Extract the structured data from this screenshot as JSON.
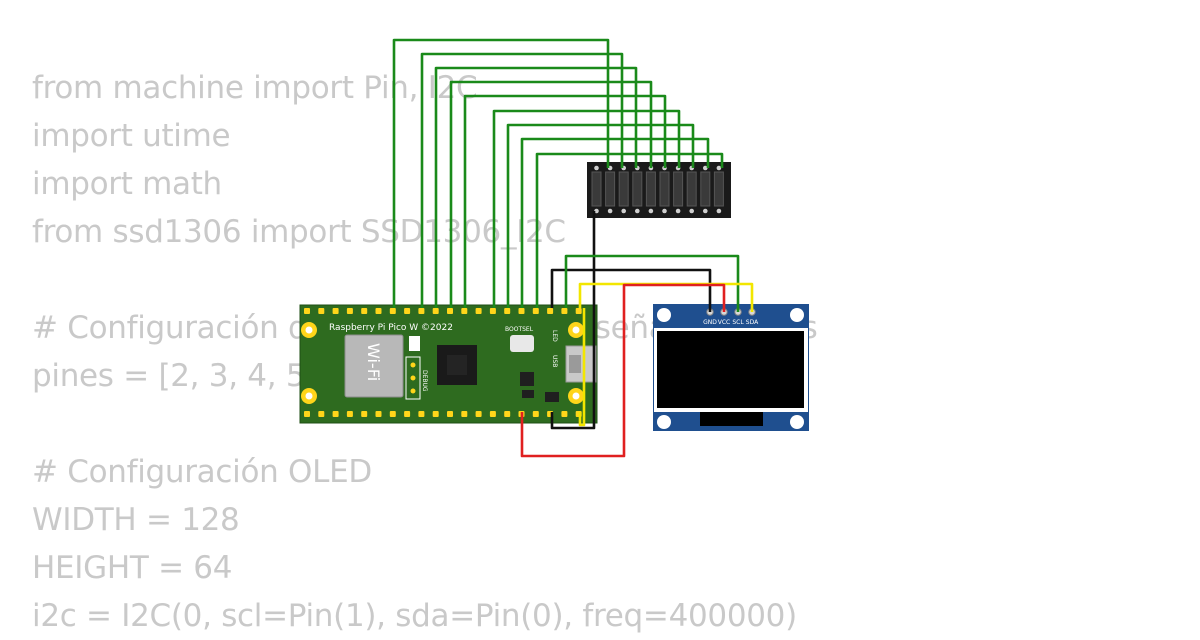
{
  "code_lines": [
    "from machine import Pin, I2C",
    "import utime",
    "import math",
    "from ssd1306 import SSD1306_I2C",
    "",
    "# Configuración de pines del bus de señal de datos",
    "pines = [2, 3, 4, 5,",
    "",
    "# Configuración OLED",
    "WIDTH = 128",
    "HEIGHT = 64",
    "i2c = I2C(0, scl=Pin(1), sda=Pin(0), freq=400000)"
  ],
  "pico": {
    "title": "Raspberry Pi Pico W ©2022",
    "wifi_label": "Wi-Fi",
    "bootsel_label": "BOOTSEL",
    "debug_label": "DEBUG",
    "led_label": "LED",
    "usb_label": "USB"
  },
  "oled": {
    "pins": [
      "GND",
      "VCC",
      "SCL",
      "SDA"
    ]
  },
  "colors": {
    "code_text": "#c9c9c9",
    "wire_data": "#1a8a1a",
    "wire_gnd": "#111111",
    "wire_vcc": "#e02020",
    "wire_sda": "#f2e600",
    "pico_board": "#2e6b1f",
    "oled_board": "#1f4f8f"
  }
}
